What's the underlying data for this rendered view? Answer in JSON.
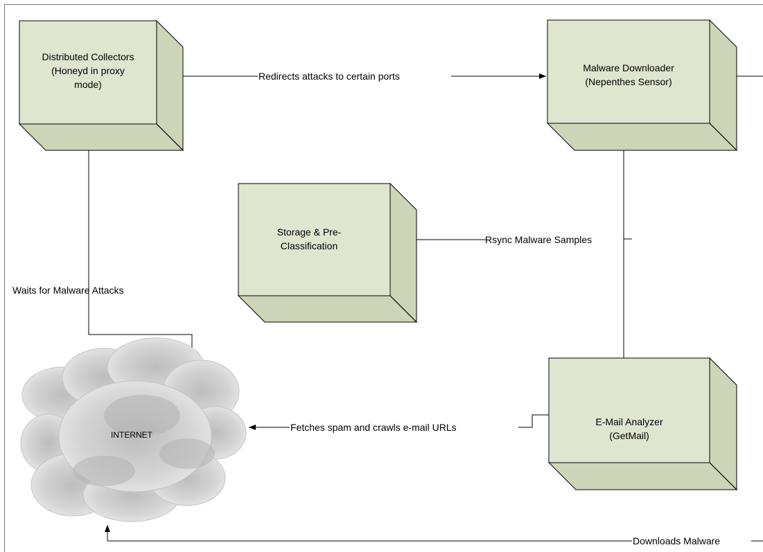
{
  "nodes": {
    "collectors": {
      "lines": [
        "Distributed Collectors",
        "(Honeyd in proxy",
        "mode)"
      ]
    },
    "downloader": {
      "lines": [
        "Malware Downloader",
        "(Nepenthes Sensor)"
      ]
    },
    "storage": {
      "lines": [
        "Storage & Pre-",
        "Classification"
      ]
    },
    "email": {
      "lines": [
        "E-Mail Analyzer",
        "(GetMail)"
      ]
    },
    "internet": {
      "label": "INTERNET"
    }
  },
  "edges": {
    "redirect": "Redirects attacks to certain ports",
    "rsync": "Rsync Malware Samples",
    "waits": "Waits for Malware Attacks",
    "fetches": "Fetches spam and crawls e-mail URLs",
    "downloads": "Downloads Malware"
  },
  "colors": {
    "box_front": "#dfe6cf",
    "box_side": "#cdd5b8",
    "box_stroke": "#000000",
    "cloud": "#d0d0d0"
  }
}
